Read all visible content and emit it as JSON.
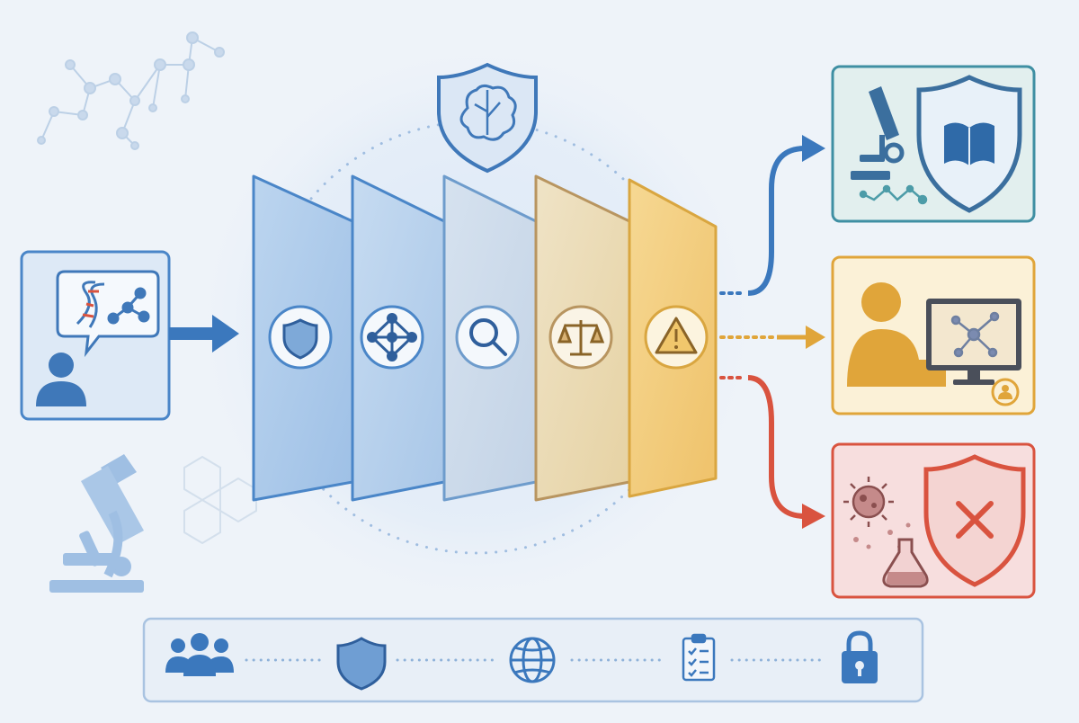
{
  "diagram": {
    "input": {
      "icons": [
        "user-icon",
        "speech-bubble-icon",
        "dna-icon",
        "molecule-icon"
      ]
    },
    "center": {
      "icon": "brain-shield-icon"
    },
    "layers": [
      {
        "icon": "shield-icon",
        "color": "#4a86c8"
      },
      {
        "icon": "network-icon",
        "color": "#4a86c8"
      },
      {
        "icon": "magnifier-icon",
        "color": "#6e9ccc"
      },
      {
        "icon": "scales-icon",
        "color": "#b89560"
      },
      {
        "icon": "warning-icon",
        "color": "#d9a640"
      }
    ],
    "outputs": [
      {
        "id": "approved",
        "icons": [
          "microscope-icon",
          "book-shield-icon",
          "molecule-chain-icon"
        ],
        "color": "#3f8fa3"
      },
      {
        "id": "review",
        "icons": [
          "person-icon",
          "monitor-icon",
          "user-badge-icon"
        ],
        "color": "#e0a53a"
      },
      {
        "id": "blocked",
        "icons": [
          "virus-icon",
          "flask-icon",
          "shield-x-icon"
        ],
        "color": "#d9533f"
      }
    ],
    "bottom_bar": {
      "icons": [
        "group-icon",
        "shield-icon",
        "globe-icon",
        "checklist-icon",
        "lock-icon"
      ]
    },
    "colors": {
      "blue": "#3b78bd",
      "gold": "#e0a53a",
      "red": "#d9533f",
      "teal": "#3f8fa3"
    }
  }
}
